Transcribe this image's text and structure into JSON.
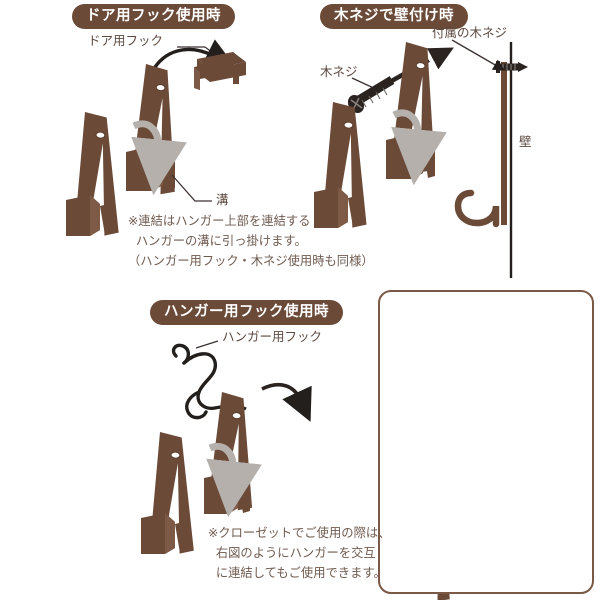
{
  "page": {
    "title": "ハンガー連結 使用方法図解",
    "background": "#ffffff",
    "brown": "#6b4a38",
    "brown_dark": "#55392a",
    "brown_light": "#7d5a45",
    "gray_arrow": "#b5b0ab",
    "text_color": "#5d4a40",
    "note_color": "#6f5b50",
    "wire_black": "#231f1c"
  },
  "panels": {
    "door_hook": {
      "title": "ドア用フック使用時",
      "labels": {
        "door_hook": "ドア用フック",
        "groove": "溝"
      },
      "note": "※連結はハンガー上部を連結する\n  ハンガーの溝に引っ掛けます。\n（ハンガー用フック・木ネジ使用時も同様）"
    },
    "wall_screw": {
      "title": "木ネジで壁付け時",
      "labels": {
        "included_screw": "付属の木ネジ",
        "screw": "木ネジ",
        "wall": "壁"
      }
    },
    "hanger_hook": {
      "title": "ハンガー用フック使用時",
      "labels": {
        "hanger_hook": "ハンガー用フック"
      },
      "note": "※クローゼットでご使用の際は、\n  右図のようにハンガーを交互\n  に連結してもご使用できます。"
    },
    "closet_example": {
      "caption": ""
    }
  }
}
